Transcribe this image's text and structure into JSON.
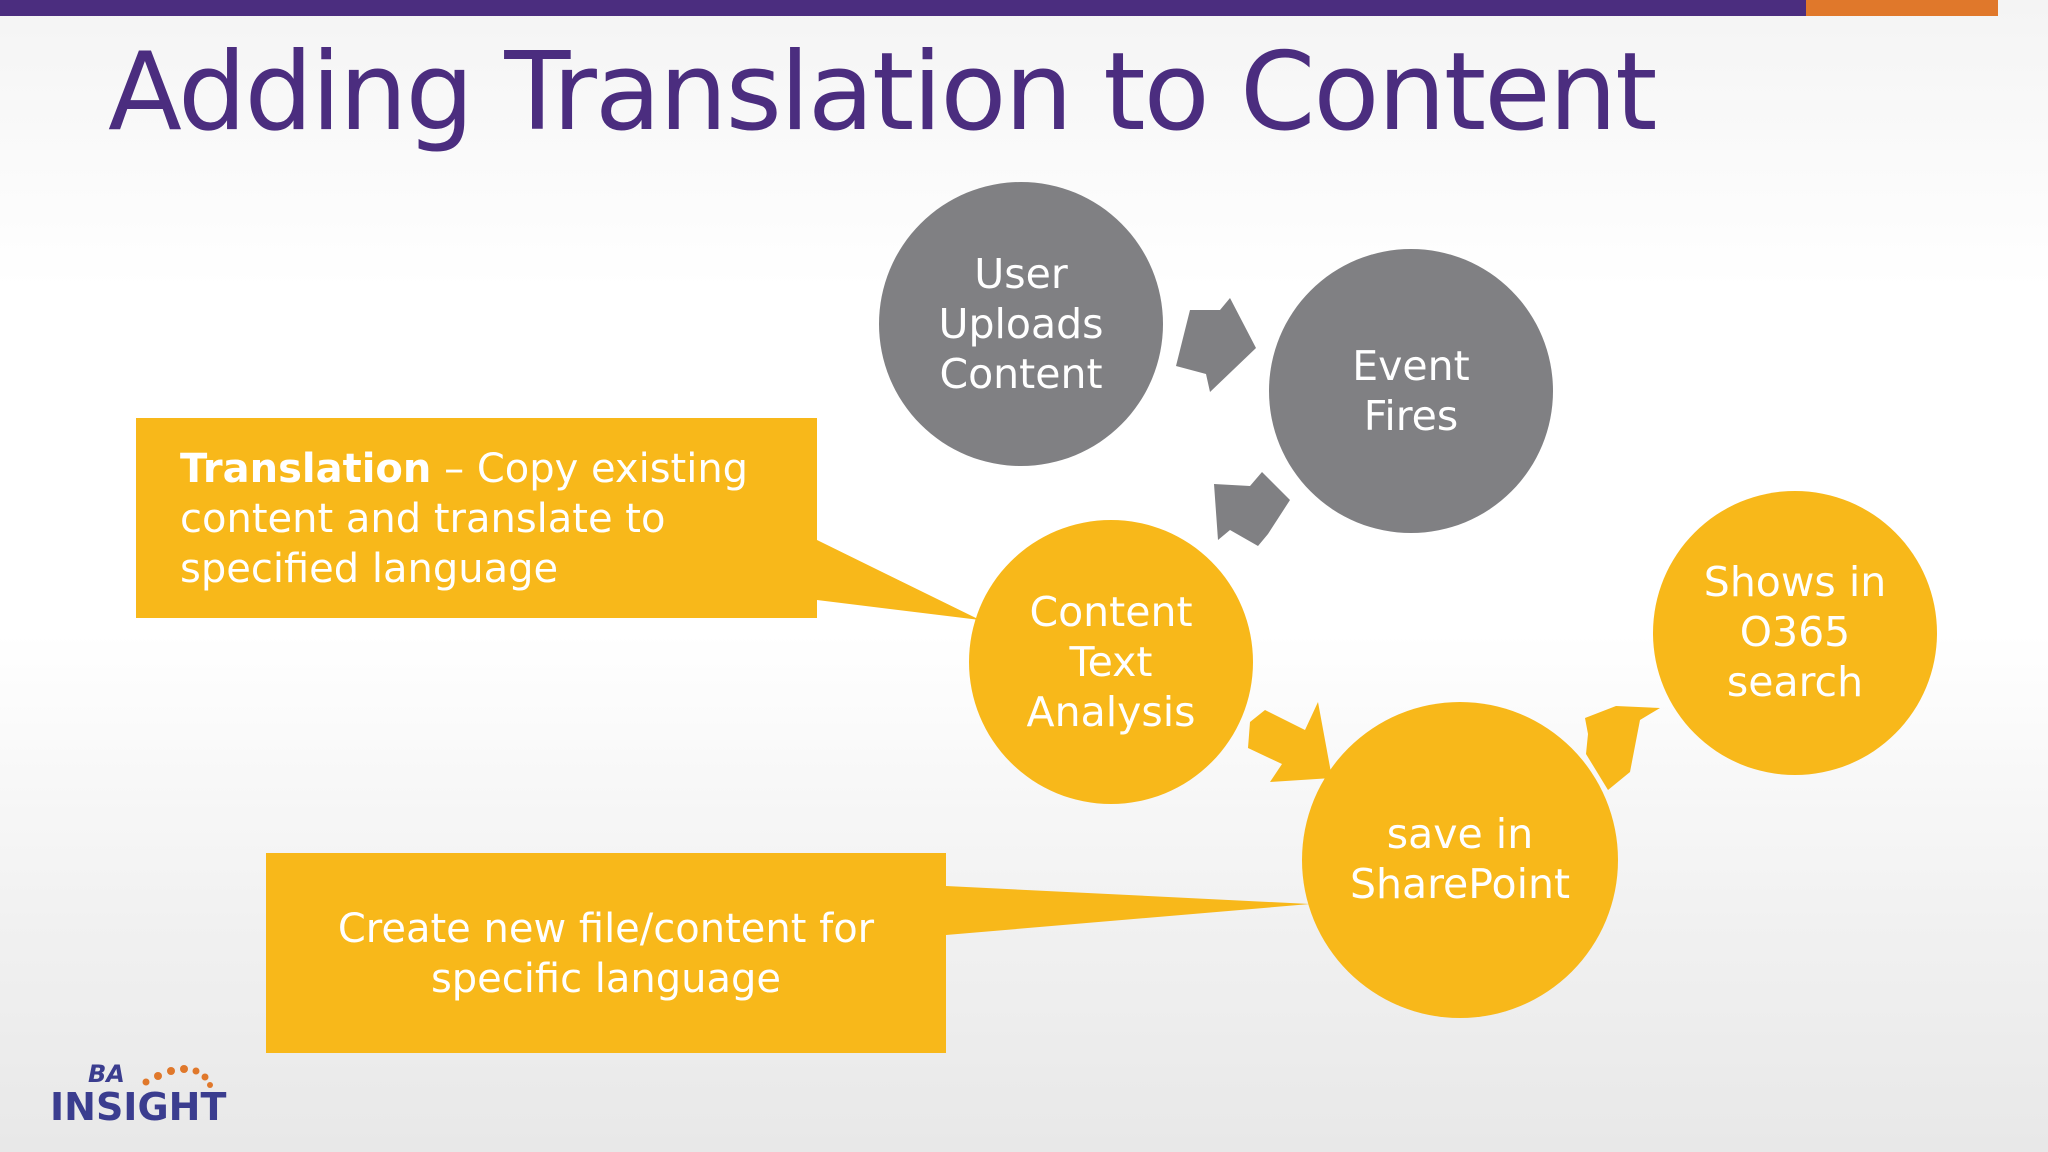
{
  "slide": {
    "title": "Adding Translation to Content"
  },
  "colors": {
    "purple": "#4b2d7f",
    "orange_bar": "#e0782b",
    "gray_node": "#808083",
    "yellow_node": "#f8b81a"
  },
  "nodes": {
    "user_uploads": [
      "User",
      "Uploads",
      "Content"
    ],
    "event_fires": [
      "Event",
      "Fires"
    ],
    "content_text_analysis": [
      "Content",
      "Text",
      "Analysis"
    ],
    "save_sharepoint": [
      "save in",
      "SharePoint"
    ],
    "shows_o365": [
      "Shows in",
      "O365",
      "search"
    ]
  },
  "callouts": {
    "translation": {
      "bold": "Translation",
      "line1_rest": " – Copy existing",
      "line2": "content and translate to",
      "line3": "specified language"
    },
    "create_new": {
      "line1": "Create new file/content for",
      "line2": "specific language"
    }
  },
  "logo": {
    "small": "BA",
    "big": "INSIGHT",
    "icons": [
      "dotted-arc-icon"
    ]
  }
}
